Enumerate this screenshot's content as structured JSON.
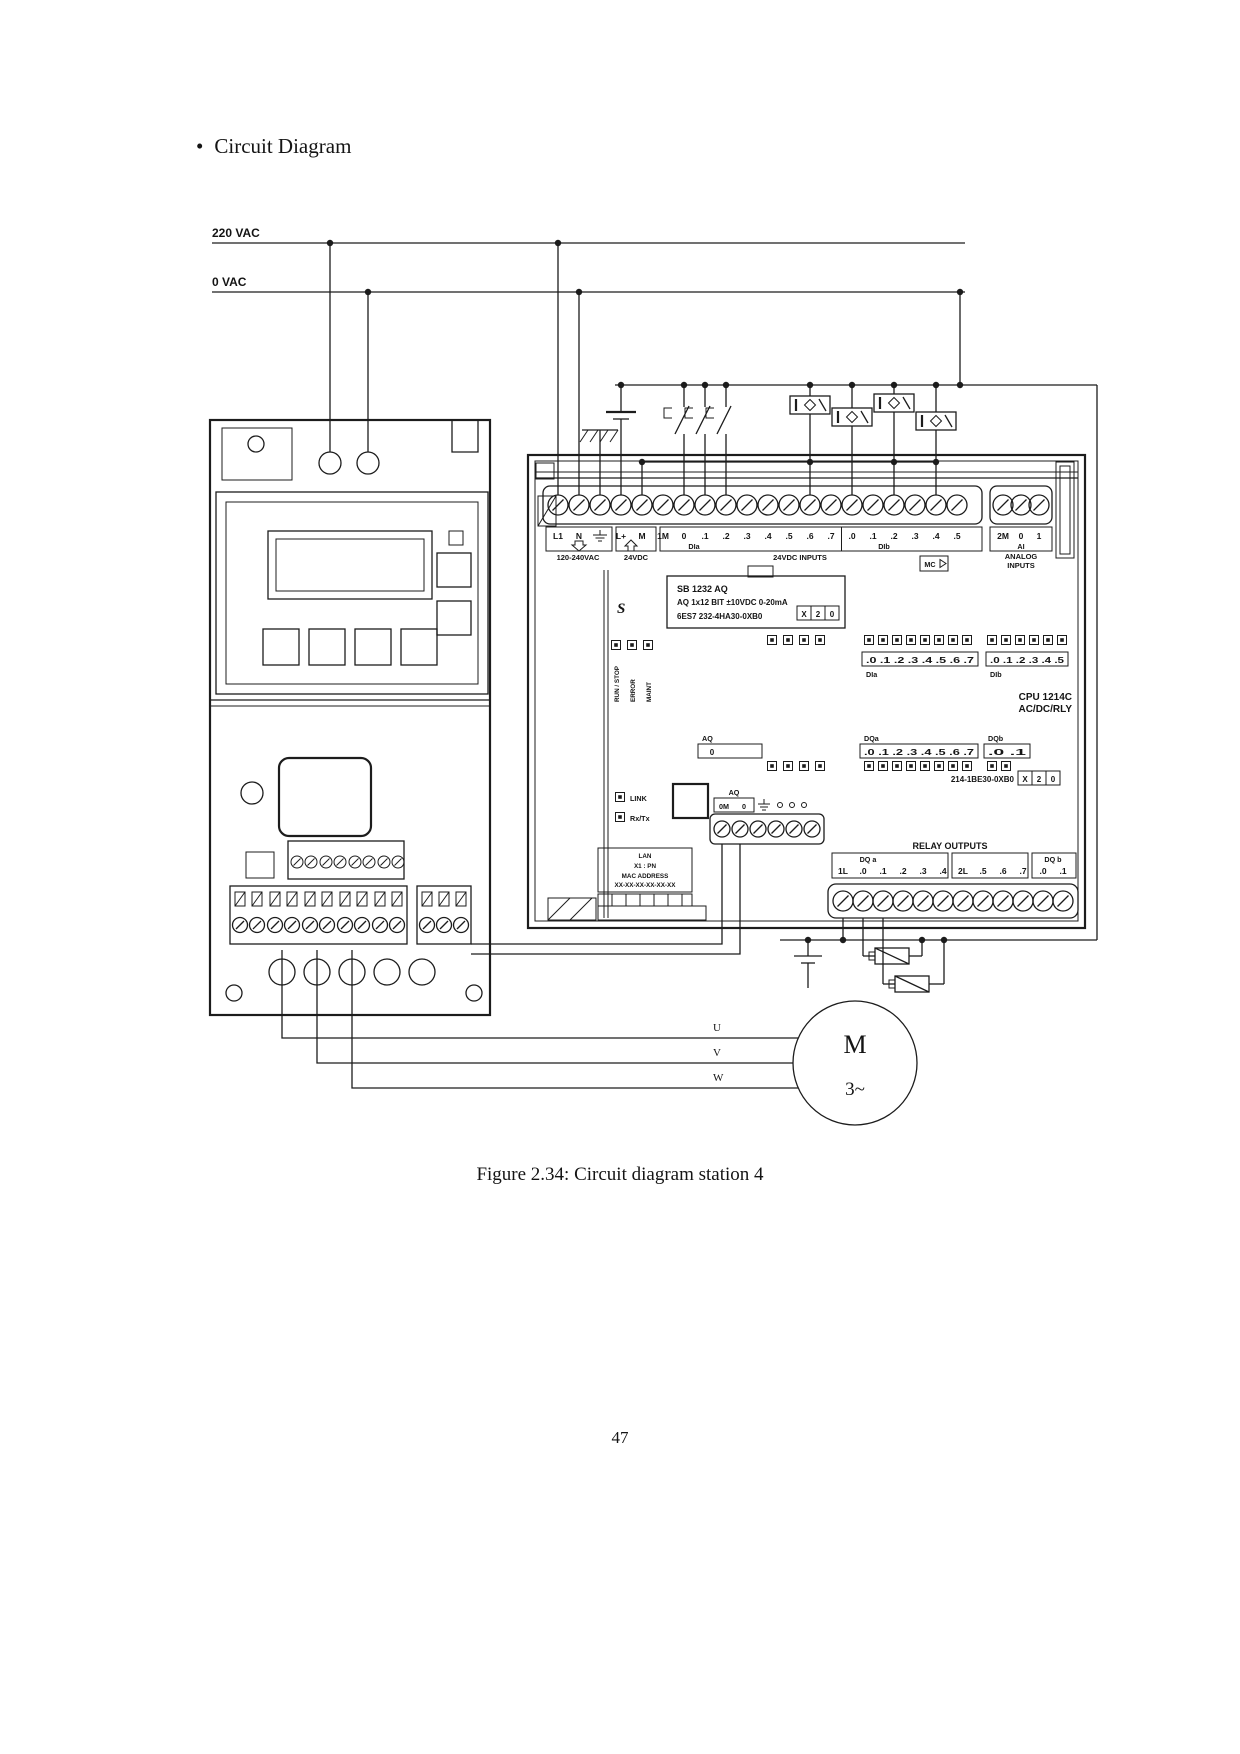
{
  "page": {
    "heading_bullet": "•",
    "heading": "Circuit Diagram",
    "caption": "Figure 2.34: Circuit diagram station 4",
    "page_number": "47",
    "ink_color": "#1c1c1c"
  },
  "rails": {
    "top": "220 VAC",
    "bottom": "0 VAC"
  },
  "plc": {
    "terminals": {
      "power": [
        "L1",
        "N"
      ],
      "dc": [
        "L+",
        "M"
      ],
      "di_a": [
        "1M",
        "0",
        ".1",
        ".2",
        ".3",
        ".4",
        ".5",
        ".6",
        ".7"
      ],
      "di_b": [
        ".0",
        ".1",
        ".2",
        ".3",
        ".4",
        ".5"
      ],
      "ai": [
        "2M",
        "0",
        "1"
      ],
      "group_di_a": "DIa",
      "group_di_b": "DIb",
      "group_ai": "AI",
      "caption_power": "120-240VAC",
      "caption_dc": "24VDC",
      "caption_di": "24VDC INPUTS",
      "caption_ai_1": "ANALOG",
      "caption_ai_2": "INPUTS"
    },
    "brand": "S",
    "status": [
      "RUN / STOP",
      "ERROR",
      "MAINT"
    ],
    "sb": {
      "l1": "SB 1232 AQ",
      "l2": "AQ 1x12 BIT ±10VDC 0-20mA",
      "l3": "6ES7 232-4HA30-0XB0",
      "code": [
        "X",
        "2",
        "0"
      ]
    },
    "io": {
      "di_a_leds": ".0  .1  .2  .3  .4  .5  .6  .7",
      "di_a": "DIa",
      "di_b_leds": ".0  .1  .2  .3  .4  .5",
      "di_b": "DIb",
      "aq": "AQ",
      "aq_leds": "0",
      "dq_a": "DQa",
      "dq_a_leds": ".0  .1  .2  .3  .4  .5  .6  .7",
      "dq_b": "DQb",
      "dq_b_leds": ".0  .1"
    },
    "cpu": {
      "name": "CPU 1214C",
      "type": "AC/DC/RLY",
      "order": "214-1BE30-0XB0",
      "code": [
        "X",
        "2",
        "0"
      ]
    },
    "net": {
      "link": "LINK",
      "rxtx": "Rx/Tx",
      "lan": [
        "LAN",
        "X1 : PN",
        "MAC ADDRESS",
        "XX-XX-XX-XX-XX-XX"
      ]
    },
    "aq_terms": {
      "label": "AQ",
      "t": [
        "0M",
        "0"
      ]
    },
    "mc": "MC",
    "relay": {
      "title": "RELAY OUTPUTS",
      "dqa": "DQ a",
      "dqb": "DQ b",
      "g1": [
        "1L",
        ".0",
        ".1",
        ".2",
        ".3",
        ".4"
      ],
      "g2": [
        "2L",
        ".5",
        ".6",
        ".7"
      ],
      "g3": [
        ".0",
        ".1"
      ]
    }
  },
  "motor": {
    "symbol": "M",
    "phase": "3~",
    "wires": [
      "U",
      "V",
      "W"
    ]
  }
}
